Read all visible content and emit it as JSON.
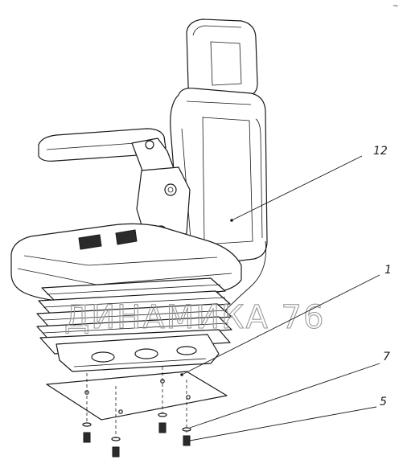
{
  "callouts": {
    "label_12": "12",
    "label_1": "1",
    "label_7": "7",
    "label_5": "5"
  },
  "watermark": "ДИНАМИКА 76",
  "corner_mark": "~"
}
